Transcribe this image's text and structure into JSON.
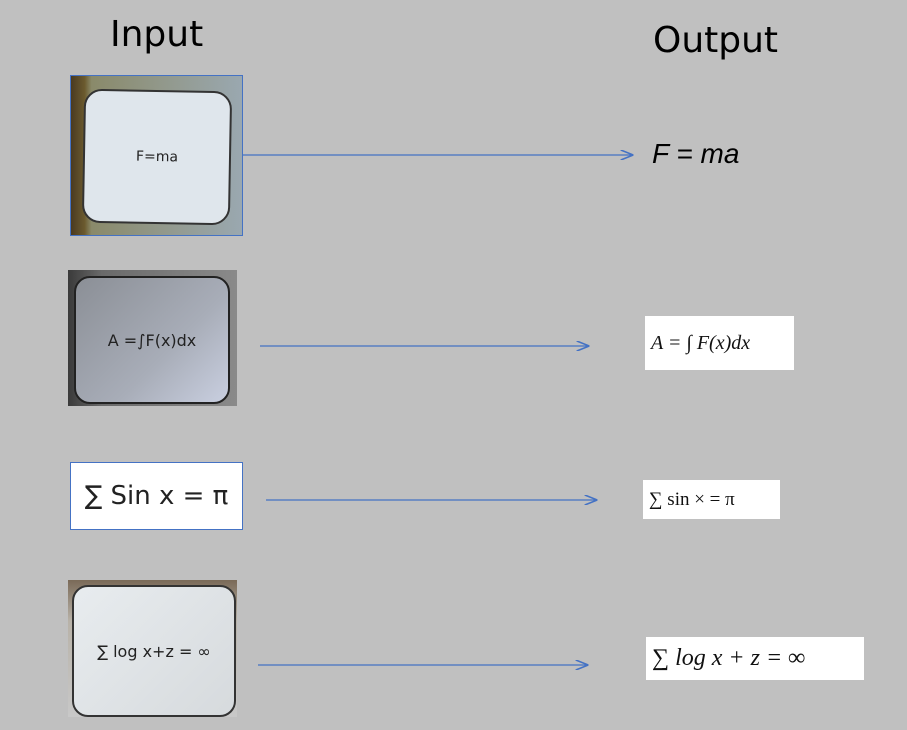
{
  "headers": {
    "input": "Input",
    "output": "Output"
  },
  "rows": [
    {
      "input_text": "F=ma",
      "output_text": "F = ma"
    },
    {
      "input_text": "A =∫F(x)dx",
      "output_text": "A = ∫ F(x)dx"
    },
    {
      "input_text": "∑ Sin x = π",
      "output_text": "∑ sin × = π"
    },
    {
      "input_text": "∑ log x+z = ∞",
      "output_text": "∑ log x + z = ∞"
    }
  ],
  "colors": {
    "background": "#c0c0c0",
    "arrow": "#4472c4",
    "board_frame": "#4472c4"
  }
}
